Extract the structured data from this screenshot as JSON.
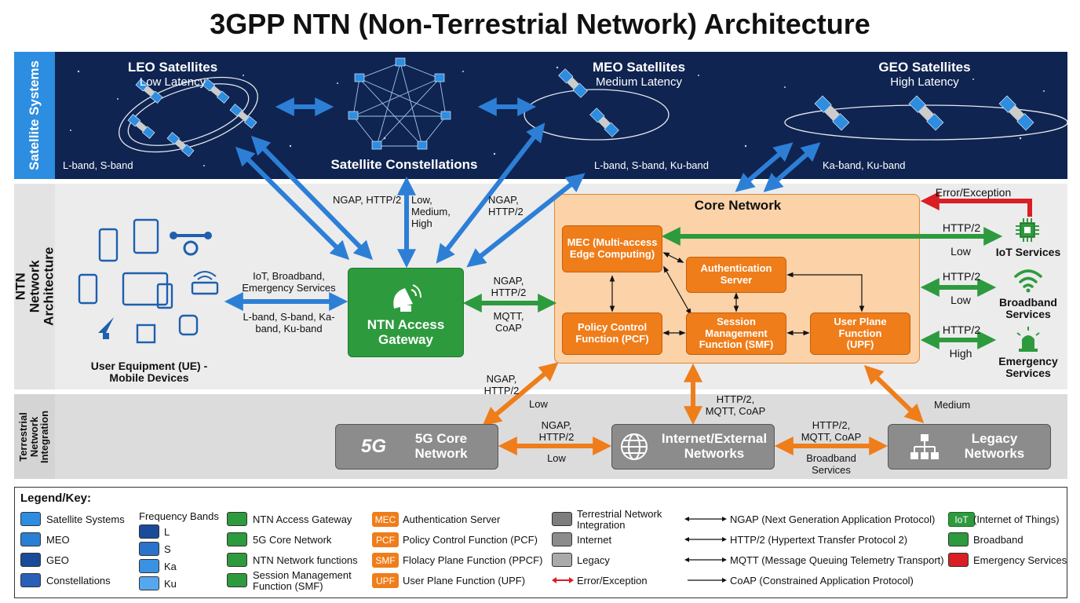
{
  "title": "3GPP NTN (Non-Terrestrial Network) Architecture",
  "bands": {
    "satellite": "Satellite Systems",
    "ntn": "NTN Network Architecture",
    "terrestrial": "Terrestrial Network Integration"
  },
  "satellites": {
    "leo": {
      "title": "LEO Satellites",
      "subtitle": "Low Latency",
      "freq": "L-band, S-band"
    },
    "meo": {
      "title": "MEO Satellites",
      "subtitle": "Medium Latency",
      "freq": "L-band, S-band, Ku-band"
    },
    "geo": {
      "title": "GEO Satellites",
      "subtitle": "High Latency",
      "freq": "Ka-band, Ku-band"
    },
    "constellations": "Satellite Constellations"
  },
  "ue": {
    "label": "User Equipment (UE) - Mobile Devices",
    "link_top": "IoT, Broadband, Emergency Services",
    "link_bottom": "L-band, S-band, Ka-band, Ku-band"
  },
  "gateway": {
    "label": "NTN Access Gateway",
    "link_left": "NGAP, HTTP/2",
    "link_mid": "Low, Medium, High",
    "link_right": "NGAP, HTTP/2",
    "core_top": "NGAP, HTTP/2",
    "core_bottom": "MQTT, CoAP",
    "down": "NGAP, HTTP/2",
    "down_latency": "Low"
  },
  "core": {
    "title": "Core Network",
    "mec": "MEC (Multi-access Edge Computing)",
    "auth": "Authentication Server",
    "pcf": "Policy Control Function (PCF)",
    "smf": "Session Management Function (SMF)",
    "upf": "User Plane Function (UPF)",
    "down_protocol": "HTTP/2, MQTT, CoAP",
    "down_right_latency": "Medium"
  },
  "services": {
    "error": "Error/Exception",
    "iot": {
      "label": "IoT Services",
      "protocol": "HTTP/2",
      "latency": "Low"
    },
    "broadband": {
      "label": "Broadband Services",
      "protocol": "HTTP/2",
      "latency": "Low"
    },
    "emergency": {
      "label": "Emergency Services",
      "protocol": "HTTP/2",
      "latency": "High"
    }
  },
  "terrestrial": {
    "core5g": "5G Core Network",
    "badge5g": "5G",
    "internet": "Internet/External Networks",
    "legacy": "Legacy Networks",
    "link1_top": "NGAP, HTTP/2",
    "link1_bottom": "Low",
    "link2_top": "HTTP/2, MQTT, CoAP",
    "link2_bottom": "Broadband Services"
  },
  "legend": {
    "title": "Legend/Key:",
    "col1": [
      "Satellite Systems",
      "MEO",
      "GEO",
      "Constellations"
    ],
    "freq_title": "Frequency Bands",
    "freq": [
      "L",
      "S",
      "Ka",
      "Ku"
    ],
    "col3": [
      "NTN Access Gateway",
      "5G Core Network",
      "NTN Network functions",
      "Session Management Function (SMF)"
    ],
    "col4": [
      {
        "tag": "MEC",
        "text": "Authentication Server"
      },
      {
        "tag": "PCF",
        "text": "Policy Control Function (PCF)"
      },
      {
        "tag": "SMF",
        "text": "Flolacy Plane Function (PPCF)"
      },
      {
        "tag": "UPF",
        "text": "User Plane Function (UPF)"
      }
    ],
    "col5": [
      "Terrestrial Network Integration",
      "Internet",
      "Legacy",
      "Error/Exception"
    ],
    "col6": [
      "NGAP (Next Generation Application Protocol)",
      "HTTP/2 (Hypertext Transfer Protocol 2)",
      "MQTT (Message Queuing Telemetry Transport)",
      "CoAP (Constrained Application Protocol)"
    ],
    "col7": [
      {
        "tag": "IoT",
        "text": "(Internet of Things)"
      },
      {
        "text": "Broadband"
      },
      {
        "text": "Emergency Services"
      }
    ]
  },
  "colors": {
    "satellite_blue": "#2d8de0",
    "navy": "#0f2451",
    "gateway_green": "#2e9a3e",
    "core_orange": "#ef7d1a",
    "core_bg": "#fcd2a8",
    "terrestrial_grey": "#8c8c8c",
    "error_red": "#d91e24"
  }
}
